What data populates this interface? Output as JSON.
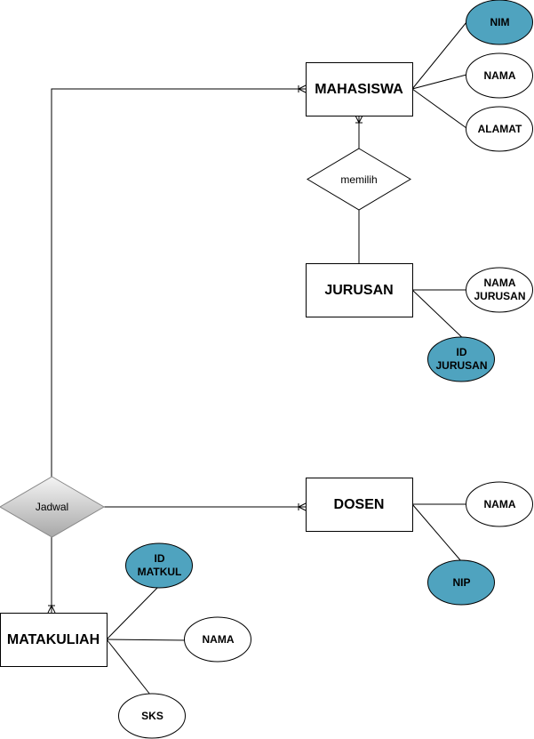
{
  "colors": {
    "key_attribute_fill": "#4fa3bf",
    "attribute_fill": "#ffffff",
    "stroke": "#000000",
    "relationship_gradient_top": "#f4f4f4",
    "relationship_gradient_bottom": "#a8a8a8"
  },
  "entities": {
    "mahasiswa": "MAHASISWA",
    "jurusan": "JURUSAN",
    "dosen": "DOSEN",
    "matakuliah": "MATAKULIAH"
  },
  "relationships": {
    "memilih": "memilih",
    "jadwal": "Jadwal"
  },
  "attributes": {
    "mahasiswa_nim": "NIM",
    "mahasiswa_nama": "NAMA",
    "mahasiswa_alamat": "ALAMAT",
    "jurusan_nama": "NAMA\nJURUSAN",
    "jurusan_id": "ID\nJURUSAN",
    "dosen_nama": "NAMA",
    "dosen_nip": "NIP",
    "matkul_id": "ID\nMATKUL",
    "matkul_nama": "NAMA",
    "matkul_sks": "SKS"
  }
}
